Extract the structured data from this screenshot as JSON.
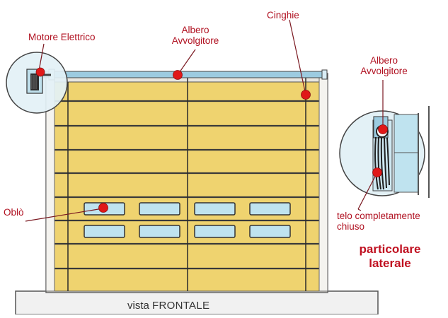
{
  "labels": {
    "motore": "Motore Elettrico",
    "albero_front": [
      "Albero",
      "Avvolgitore"
    ],
    "cinghie": "Cinghie",
    "oblo": "Oblò",
    "albero_side": [
      "Albero",
      "Avvolgitore"
    ],
    "telo": [
      "telo completamente",
      "chiuso"
    ]
  },
  "callout": {
    "title": [
      "particolare",
      "laterale"
    ]
  },
  "caption": {
    "prefix": "vista ",
    "main": "FRONTALE"
  },
  "colors": {
    "door_yellow": "#efd36f",
    "panel_line": "#3a3a3a",
    "window_fill": "#bfe3ef",
    "bubble_fill": "#e3f1f6",
    "marker_red": "#e01818",
    "label_red": "#b01020",
    "shaft_blue": "#9ccbe0"
  },
  "icons": [
    "red-dot-marker",
    "motor-icon",
    "belt-roll-icon"
  ]
}
